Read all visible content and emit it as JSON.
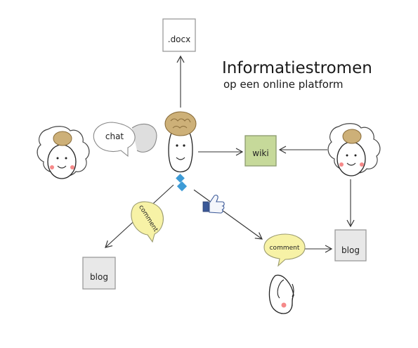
{
  "title": "Informatiestromen",
  "subtitle": "op een online platform",
  "nodes": {
    "docx": ".docx",
    "chat": "chat",
    "wiki": "wiki",
    "blog_right": "blog",
    "blog_left": "blog",
    "comment_left": "comment",
    "comment_right": "comment"
  },
  "colors": {
    "box_fill": "#e8e8e8",
    "box_stroke": "#9a9a9a",
    "wiki_fill": "#c6d99a",
    "comment_fill": "#f7f2a6",
    "chat_fill": "#dedede",
    "brain": "#cdb078",
    "cheek": "#f26b6b",
    "diamond": "#3d9bd6",
    "thumb": "#3b5998"
  },
  "icons": [
    "person-with-brain-icon",
    "thumbs-up-icon",
    "diamond-icon",
    "chat-bubble-icon",
    "comment-bubble-icon"
  ]
}
